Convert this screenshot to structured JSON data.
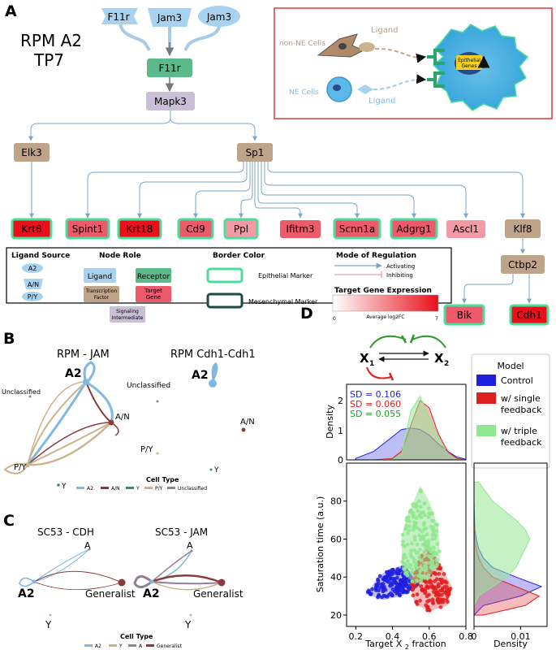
{
  "panels": {
    "a": "A",
    "b": "B",
    "c": "C",
    "d": "D"
  },
  "panel_a": {
    "title_line1": "RPM A2",
    "title_line2": "TP7",
    "ligands": [
      "F11r",
      "Jam3",
      "Jam3"
    ],
    "receptor": "F11r",
    "intermediate": "Mapk3",
    "tfs": [
      "Elk3",
      "Sp1"
    ],
    "targets": [
      {
        "label": "Krt8",
        "expr": "high",
        "border": "epithelial"
      },
      {
        "label": "Spint1",
        "expr": "med",
        "border": "epithelial"
      },
      {
        "label": "Krt18",
        "expr": "high",
        "border": "epithelial"
      },
      {
        "label": "Cd9",
        "expr": "med",
        "border": "epithelial"
      },
      {
        "label": "Ppl",
        "expr": "low",
        "border": "epithelial"
      },
      {
        "label": "Ifitm3",
        "expr": "med",
        "border": "none"
      },
      {
        "label": "Scnn1a",
        "expr": "med",
        "border": "epithelial"
      },
      {
        "label": "Adgrg1",
        "expr": "med",
        "border": "epithelial"
      },
      {
        "label": "Ascl1",
        "expr": "low",
        "border": "none"
      }
    ],
    "klf8": "Klf8",
    "ctbp2": "Ctbp2",
    "bik": "Bik",
    "cdh1": "Cdh1",
    "inset": {
      "nonne": "non-NE Cells",
      "ligand1": "Ligand",
      "ne": "NE Cells",
      "ligand2": "Ligand",
      "genes_line1": "Epithelial",
      "genes_line2": "Genes"
    },
    "legend": {
      "ligand_source": "Ligand Source",
      "src_a2": "A2",
      "src_an": "A/N",
      "src_py": "P/Y",
      "node_role": "Node Role",
      "role_ligand": "Ligand",
      "role_receptor": "Receptor",
      "role_tf_1": "Transcription",
      "role_tf_2": "Factor",
      "role_target_1": "Target",
      "role_target_2": "Gene",
      "role_int_1": "Signaling",
      "role_int_2": "Intermediate",
      "border_color": "Border Color",
      "epi_marker": "Epithelial Marker",
      "mes_marker": "Mesenchymal Marker",
      "mode": "Mode of  Regulation",
      "activating": "Activating",
      "inhibiting": "Inhibiting",
      "tge": "Target Gene Expression",
      "tge_min": "0",
      "tge_mid": "Average log2FC",
      "tge_max": "7"
    }
  },
  "panel_b": {
    "left_title": "RPM - JAM",
    "right_title": "RPM Cdh1-Cdh1",
    "left_nodes": {
      "a2": "A2",
      "an": "A/N",
      "py": "P/Y",
      "y": "Y",
      "uncl": "Unclassified"
    },
    "right_nodes": {
      "a2": "A2",
      "an": "A/N",
      "py": "P/Y",
      "y": "Y",
      "uncl": "Unclassified"
    },
    "legend_title": "Cell Type",
    "legend_items": [
      "A2",
      "A/N",
      "Y",
      "P/Y",
      "Unclassified"
    ],
    "colors": {
      "A2": "#7fb8e0",
      "A/N": "#8b3a3a",
      "Y": "#3a8a7a",
      "P/Y": "#c9b48f",
      "Unclassified": "#8f8098"
    }
  },
  "panel_c": {
    "left_title": "SC53 - CDH",
    "right_title": "SC53 - JAM",
    "nodes": {
      "a": "A",
      "a2": "A2",
      "gen": "Generalist",
      "y": "Y"
    },
    "legend_title": "Cell Type",
    "legend_items": [
      "A2",
      "Y",
      "A",
      "Generalist"
    ],
    "colors": {
      "A2": "#7fb8e0",
      "Y": "#c9b48f",
      "A": "#8f8098",
      "Generalist": "#8b3a3a"
    }
  },
  "panel_d": {
    "schematic": {
      "x1": "X",
      "x1_sub": "1",
      "x2": "X",
      "x2_sub": "2"
    },
    "legend_title": "Model",
    "legend_items": [
      {
        "lines": [
          "Control"
        ],
        "color": "#1f1fe0"
      },
      {
        "lines": [
          "w/ single",
          "feedback"
        ],
        "color": "#e02020"
      },
      {
        "lines": [
          "w/ triple",
          "feedback"
        ],
        "color": "#90e890"
      }
    ],
    "sd_labels": [
      {
        "text": "SD = 0.106",
        "color": "#1f1fe0"
      },
      {
        "text": "SD = 0.060",
        "color": "#e02020"
      },
      {
        "text": "SD = 0.055",
        "color": "#2a9a2a"
      }
    ]
  },
  "chart_data": [
    {
      "type": "area",
      "name": "top marginal density",
      "ylabel": "Density",
      "ylim": [
        0,
        2.5
      ],
      "yticks": [
        "0",
        "1",
        "2"
      ],
      "x": [
        0.2,
        0.3,
        0.4,
        0.45,
        0.5,
        0.55,
        0.6,
        0.65,
        0.7,
        0.75,
        0.8
      ],
      "series": [
        {
          "name": "Control",
          "values": [
            0.05,
            0.3,
            0.8,
            1.05,
            1.1,
            1.05,
            0.85,
            0.55,
            0.3,
            0.1,
            0.02
          ]
        },
        {
          "name": "w/ single feedback",
          "values": [
            0,
            0,
            0.05,
            0.3,
            1.2,
            2.05,
            1.8,
            0.9,
            0.3,
            0.05,
            0
          ]
        },
        {
          "name": "w/ triple feedback",
          "values": [
            0,
            0,
            0.02,
            0.2,
            1.7,
            2.2,
            1.5,
            0.8,
            0.2,
            0.02,
            0
          ]
        }
      ]
    },
    {
      "type": "scatter",
      "name": "main scatter",
      "xlabel": "Target X2 fraction",
      "ylabel": "Saturation time (a.u.)",
      "xlim": [
        0.15,
        0.8
      ],
      "ylim": [
        14,
        100
      ],
      "xticks": [
        "0.2",
        "0.4",
        "0.6",
        "0.8"
      ],
      "yticks": [
        "20",
        "40",
        "60",
        "80"
      ],
      "series": [
        {
          "name": "Control",
          "cloud": [
            [
              0.28,
              34
            ],
            [
              0.32,
              40
            ],
            [
              0.38,
              44
            ],
            [
              0.45,
              46
            ],
            [
              0.5,
              42
            ],
            [
              0.55,
              36
            ],
            [
              0.45,
              30
            ],
            [
              0.35,
              28
            ],
            [
              0.25,
              31
            ]
          ]
        },
        {
          "name": "w/ single feedback",
          "cloud": [
            [
              0.52,
              44
            ],
            [
              0.55,
              52
            ],
            [
              0.6,
              56
            ],
            [
              0.66,
              46
            ],
            [
              0.72,
              36
            ],
            [
              0.7,
              25
            ],
            [
              0.6,
              22
            ],
            [
              0.52,
              26
            ],
            [
              0.5,
              34
            ]
          ]
        },
        {
          "name": "w/ triple feedback",
          "cloud": [
            [
              0.45,
              62
            ],
            [
              0.48,
              72
            ],
            [
              0.55,
              88
            ],
            [
              0.6,
              80
            ],
            [
              0.65,
              66
            ],
            [
              0.66,
              48
            ],
            [
              0.6,
              40
            ],
            [
              0.52,
              36
            ],
            [
              0.45,
              44
            ]
          ]
        }
      ]
    },
    {
      "type": "area",
      "name": "right marginal density",
      "xlabel": "Density",
      "xlim": [
        0,
        0.015
      ],
      "xticks": [
        "0",
        "0.01"
      ],
      "y": [
        20,
        25,
        30,
        35,
        40,
        45,
        50,
        55,
        60,
        65,
        70,
        80,
        90
      ],
      "series": [
        {
          "name": "Control",
          "values": [
            0,
            0.002,
            0.01,
            0.0145,
            0.009,
            0.004,
            0.002,
            0.001,
            0.0005,
            0.0002,
            0.0001,
            0,
            0
          ]
        },
        {
          "name": "w/ single feedback",
          "values": [
            0.002,
            0.011,
            0.014,
            0.009,
            0.004,
            0.002,
            0.001,
            0.0005,
            0.0002,
            0.0001,
            0,
            0,
            0
          ]
        },
        {
          "name": "w/ triple feedback",
          "values": [
            0,
            0,
            0.001,
            0.004,
            0.007,
            0.009,
            0.01,
            0.011,
            0.012,
            0.011,
            0.009,
            0.004,
            0.001
          ]
        }
      ]
    }
  ],
  "colors": {
    "ligand": "#a9d2ee",
    "receptor": "#5cb98a",
    "intermediate": "#c9bfd6",
    "tf": "#bfa48c",
    "epi_border": "#4ade9a",
    "mes_border": "#1d4a44",
    "high": "#e8101a",
    "med": "#ec5a6c",
    "low": "#f29aa6",
    "edge": "#9cbfd8",
    "control": "#1f1fe0",
    "single": "#e02020",
    "triple": "#90e890"
  }
}
